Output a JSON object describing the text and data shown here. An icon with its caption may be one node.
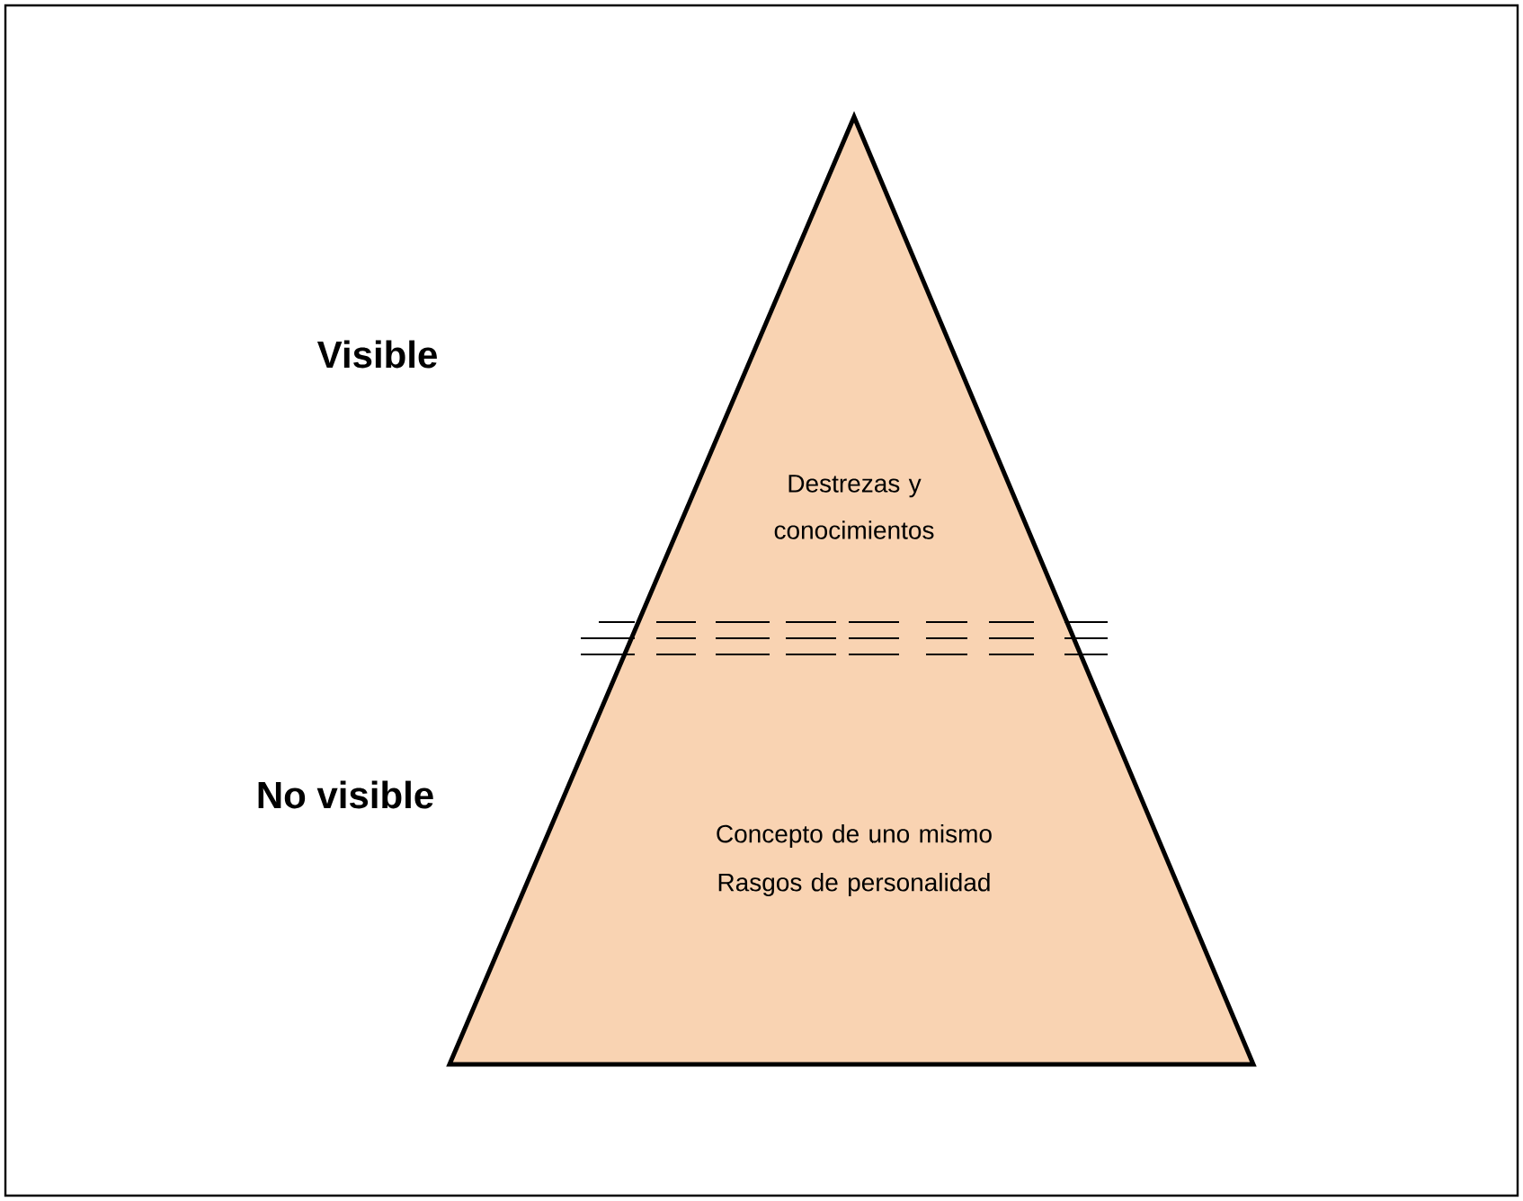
{
  "diagram": {
    "nodes": [
      {
        "text": [
          "Destrezas y conocimientos",
          "Concepto de uno mismo",
          "Rasgos de personalidad"
        ]
      }
    ],
    "labels": [
      "Visible",
      "No visible"
    ]
  }
}
